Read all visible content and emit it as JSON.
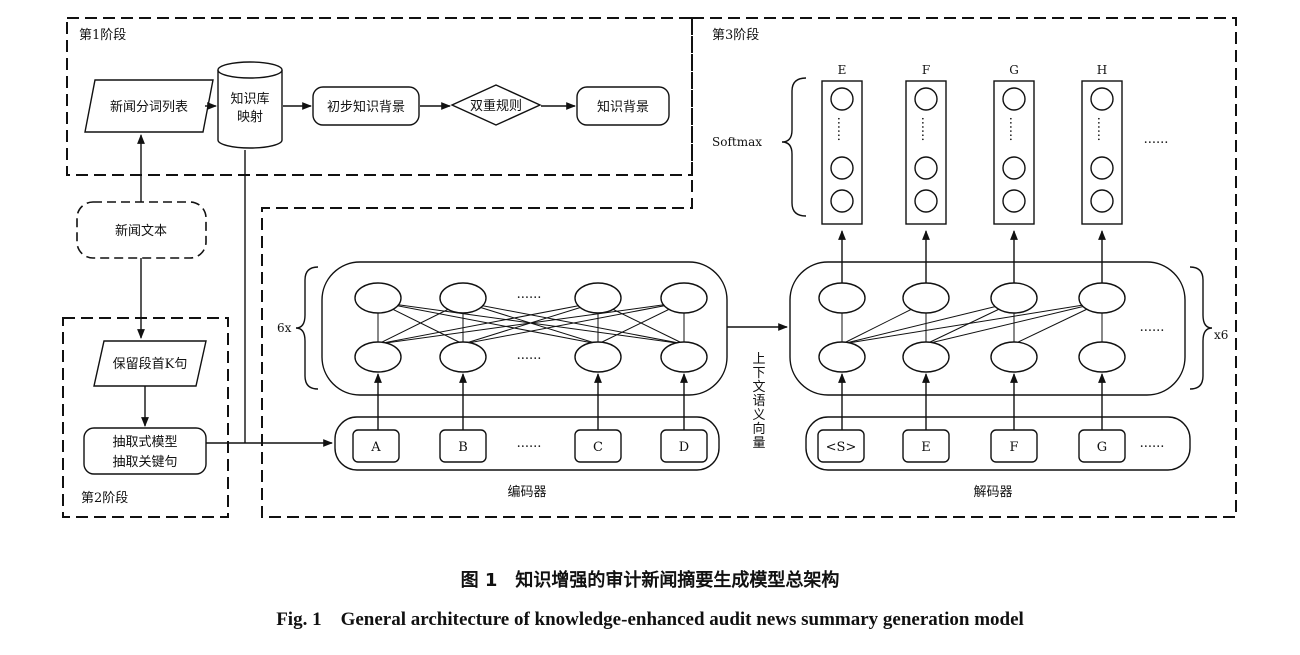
{
  "stage1": {
    "label": "第1阶段",
    "news_segment_list": "新闻分词列表",
    "kb_line1": "知识库",
    "kb_line2": "映射",
    "initial_bg": "初步知识背景",
    "dual_rules": "双重规则",
    "knowledge_bg": "知识背景"
  },
  "news_text": "新闻文本",
  "stage2": {
    "label": "第2阶段",
    "keep_first_k": "保留段首K句",
    "extract_line1": "抽取式模型",
    "extract_line2": "抽取关键句"
  },
  "stage3": {
    "label": "第3阶段",
    "softmax": "Softmax",
    "out_labels": [
      "E",
      "F",
      "G",
      "H"
    ],
    "out_ellipsis": "......",
    "node_ellipsis": "......",
    "enc_repeat": "6x",
    "dec_repeat": "x6",
    "context_vector": "上下文语义向量",
    "encoder_inputs": [
      "A",
      "B",
      "C",
      "D"
    ],
    "decoder_inputs": [
      "<S>",
      "E",
      "F",
      "G"
    ],
    "input_ellipsis": "......",
    "encoder_label": "编码器",
    "decoder_label": "解码器"
  },
  "caption": {
    "cn": "图 1　知识增强的审计新闻摘要生成模型总架构",
    "en": "Fig. 1　General architecture of knowledge-enhanced audit news summary generation model"
  }
}
